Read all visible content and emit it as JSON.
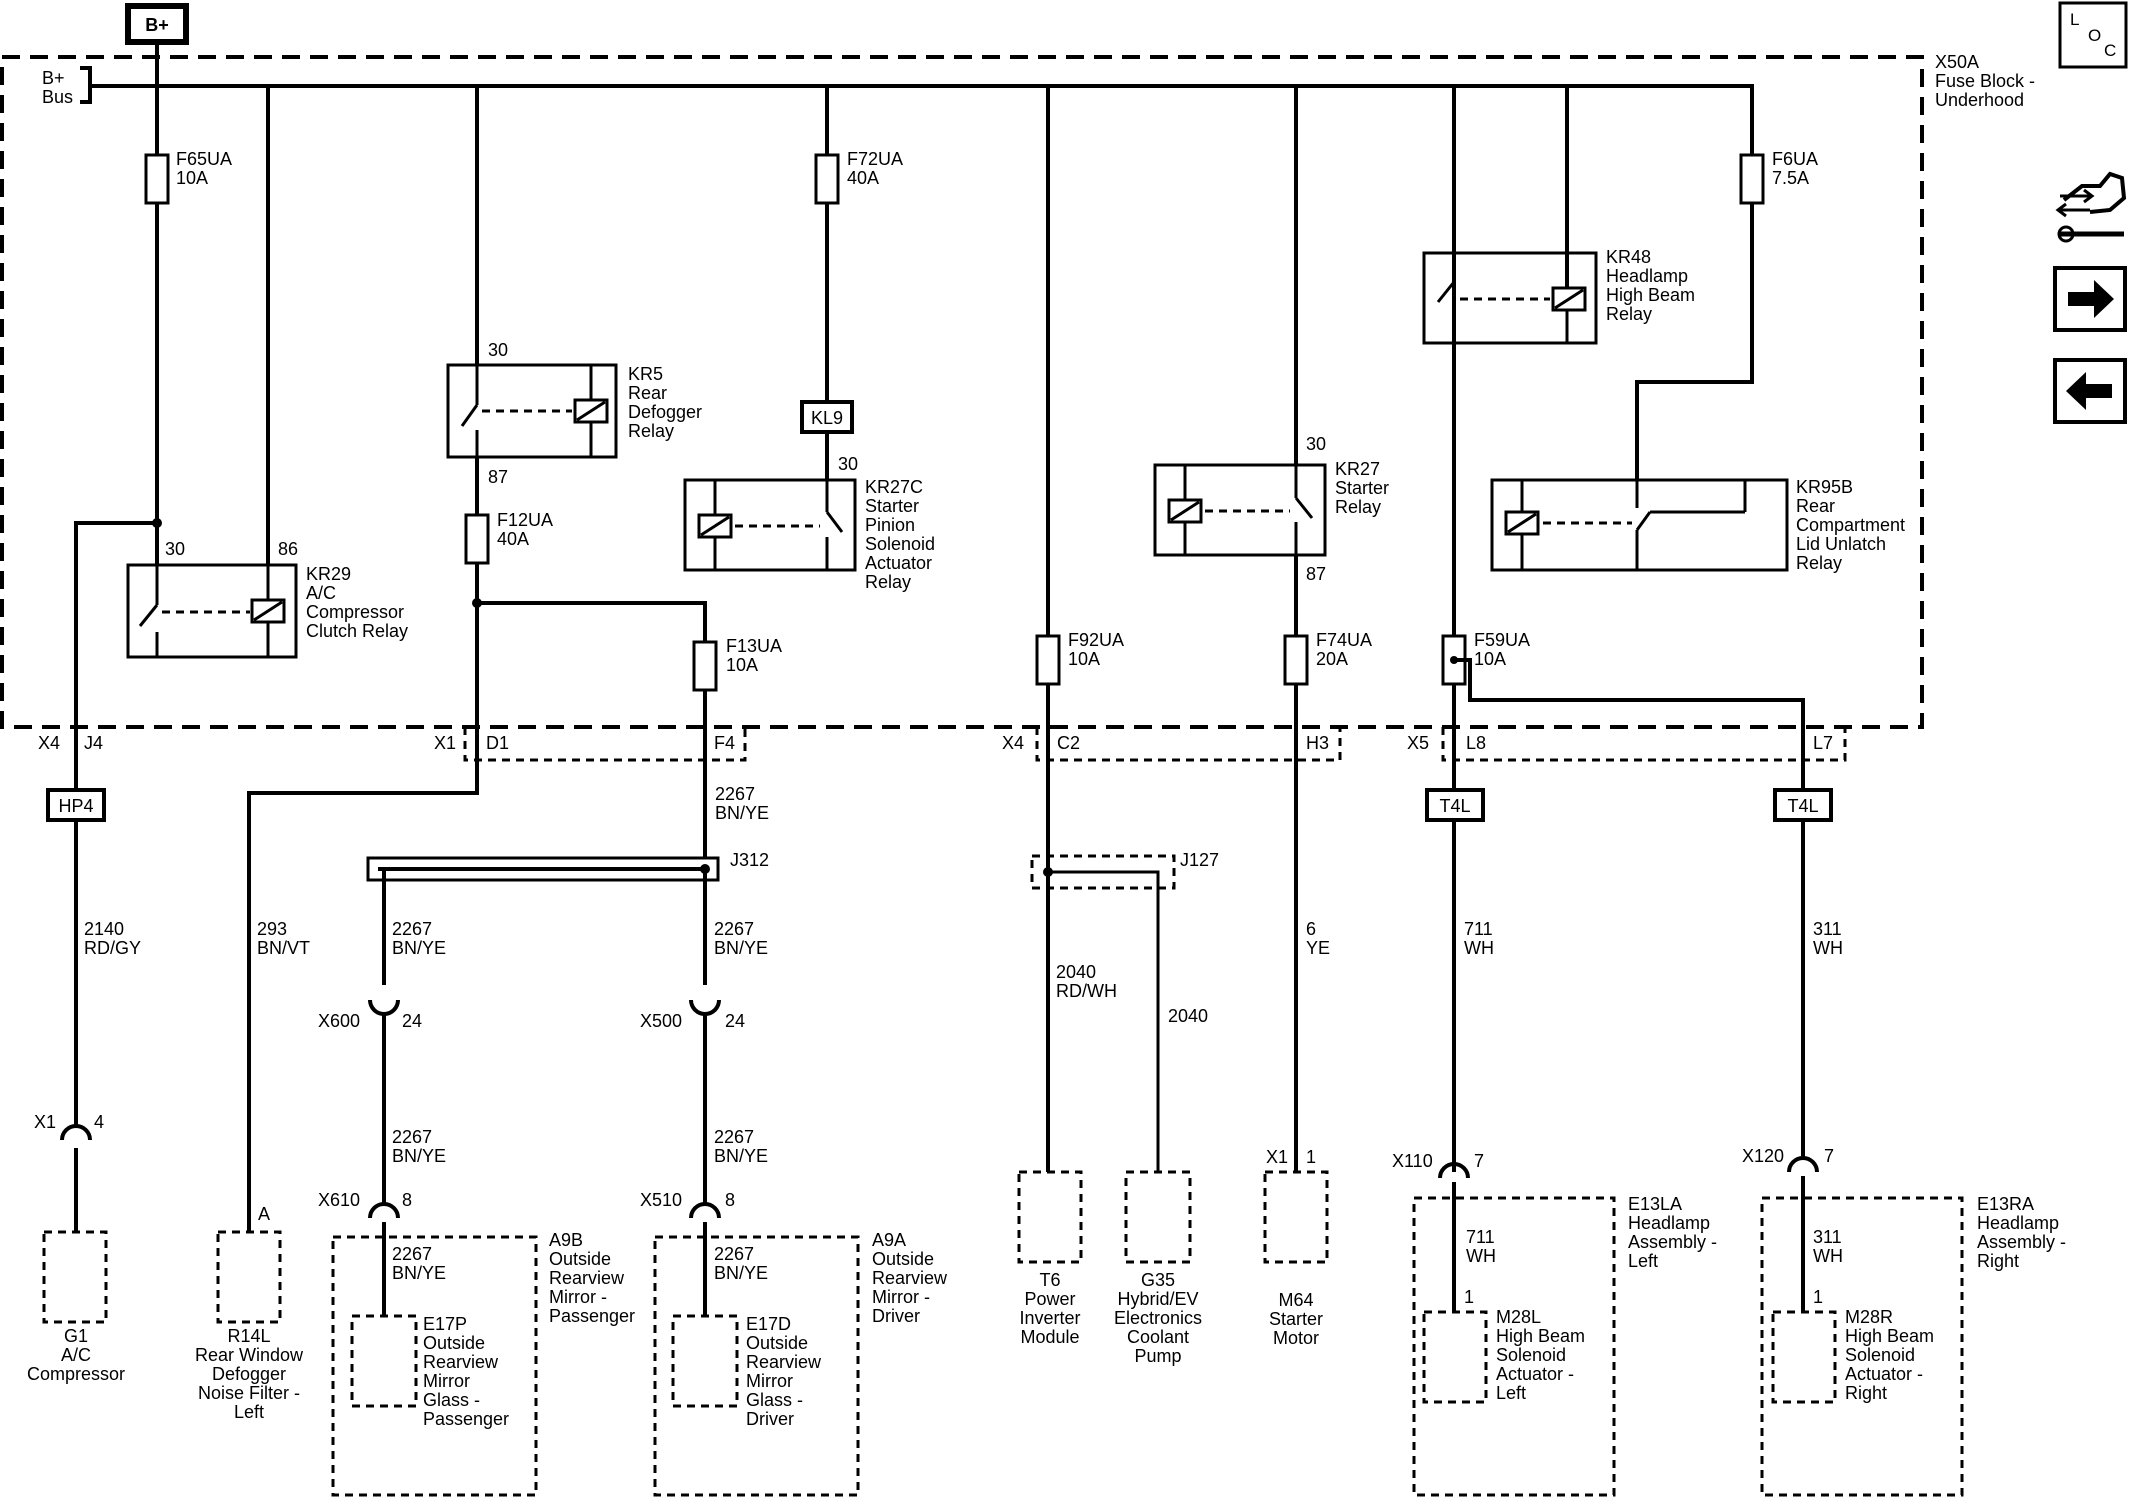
{
  "power": {
    "bplus_box": "B+",
    "bus": [
      "B+",
      "Bus"
    ]
  },
  "fuse_block": [
    "X50A",
    "Fuse Block -",
    "Underhood"
  ],
  "nav": {
    "loc": [
      "L",
      "O",
      "C"
    ]
  },
  "fuses": {
    "f65": [
      "F65UA",
      "10A"
    ],
    "f72": [
      "F72UA",
      "40A"
    ],
    "f6": [
      "F6UA",
      "7.5A"
    ],
    "f12": [
      "F12UA",
      "40A"
    ],
    "f13": [
      "F13UA",
      "10A"
    ],
    "f92": [
      "F92UA",
      "10A"
    ],
    "f74": [
      "F74UA",
      "20A"
    ],
    "f59": [
      "F59UA",
      "10A"
    ]
  },
  "relays": {
    "kr5": {
      "label": [
        "KR5",
        "Rear",
        "Defogger",
        "Relay"
      ],
      "pin_top": "30",
      "pin_bottom": "87"
    },
    "kr27c": {
      "label": [
        "KR27C",
        "Starter",
        "Pinion",
        "Solenoid",
        "Actuator",
        "Relay"
      ],
      "pin_top": "30"
    },
    "kr29": {
      "label": [
        "KR29",
        "A/C",
        "Compressor",
        "Clutch Relay"
      ],
      "pin_left": "30",
      "pin_right": "86"
    },
    "kr27": {
      "label": [
        "KR27",
        "Starter",
        "Relay"
      ],
      "pin_top": "30",
      "pin_bottom": "87"
    },
    "kr48": {
      "label": [
        "KR48",
        "Headlamp",
        "High Beam",
        "Relay"
      ]
    },
    "kr95b": {
      "label": [
        "KR95B",
        "Rear",
        "Compartment",
        "Lid Unlatch",
        "Relay"
      ]
    }
  },
  "kl9": "KL9",
  "connectors": {
    "x4_left": "X4",
    "j4": "J4",
    "x1_top": "X1",
    "d1": "D1",
    "f4": "F4",
    "x4_mid": "X4",
    "c2": "C2",
    "h3": "H3",
    "x5": "X5",
    "l8": "L8",
    "l7": "L7",
    "hp4": "HP4",
    "t4l_a": "T4L",
    "t4l_b": "T4L",
    "j312": "J312",
    "j127": "J127",
    "x600": "X600",
    "x600_pin": "24",
    "x500": "X500",
    "x500_pin": "24",
    "x1_g1": "X1",
    "x1_g1_pin": "4",
    "x610": "X610",
    "x610_pin": "8",
    "x510": "X510",
    "x510_pin": "8",
    "x1_m64": "X1",
    "x1_m64_pin": "1",
    "x110": "X110",
    "x110_pin": "7",
    "x120": "X120",
    "x120_pin": "7",
    "r14l_pin": "A",
    "m28l_pin": "1",
    "m28r_pin": "1"
  },
  "wires": {
    "w2267_top": [
      "2267",
      "BN/YE"
    ],
    "w2140": [
      "2140",
      "RD/GY"
    ],
    "w293": [
      "293",
      "BN/VT"
    ],
    "w2267_l": [
      "2267",
      "BN/YE"
    ],
    "w2267_r": [
      "2267",
      "BN/YE"
    ],
    "w2040a": [
      "2040",
      "RD/WH"
    ],
    "w2040b": "2040",
    "w6": [
      "6",
      "YE"
    ],
    "w711": [
      "711",
      "WH"
    ],
    "w311": [
      "311",
      "WH"
    ],
    "w2267_l2": [
      "2267",
      "BN/YE"
    ],
    "w2267_r2": [
      "2267",
      "BN/YE"
    ],
    "w2267_l3": [
      "2267",
      "BN/YE"
    ],
    "w2267_r3": [
      "2267",
      "BN/YE"
    ],
    "w711b": [
      "711",
      "WH"
    ],
    "w311b": [
      "311",
      "WH"
    ]
  },
  "components": {
    "g1": [
      "G1",
      "A/C",
      "Compressor"
    ],
    "r14l": [
      "R14L",
      "Rear Window",
      "Defogger",
      "Noise Filter -",
      "Left"
    ],
    "a9b": [
      "A9B",
      "Outside",
      "Rearview",
      "Mirror -",
      "Passenger"
    ],
    "e17p": [
      "E17P",
      "Outside",
      "Rearview",
      "Mirror",
      "Glass -",
      "Passenger"
    ],
    "a9a": [
      "A9A",
      "Outside",
      "Rearview",
      "Mirror -",
      "Driver"
    ],
    "e17d": [
      "E17D",
      "Outside",
      "Rearview",
      "Mirror",
      "Glass -",
      "Driver"
    ],
    "t6": [
      "T6",
      "Power",
      "Inverter",
      "Module"
    ],
    "g35": [
      "G35",
      "Hybrid/EV",
      "Electronics",
      "Coolant",
      "Pump"
    ],
    "m64": [
      "M64",
      "Starter",
      "Motor"
    ],
    "e13la": [
      "E13LA",
      "Headlamp",
      "Assembly -",
      "Left"
    ],
    "m28l": [
      "M28L",
      "High Beam",
      "Solenoid",
      "Actuator -",
      "Left"
    ],
    "e13ra": [
      "E13RA",
      "Headlamp",
      "Assembly -",
      "Right"
    ],
    "m28r": [
      "M28R",
      "High Beam",
      "Solenoid",
      "Actuator -",
      "Right"
    ]
  }
}
